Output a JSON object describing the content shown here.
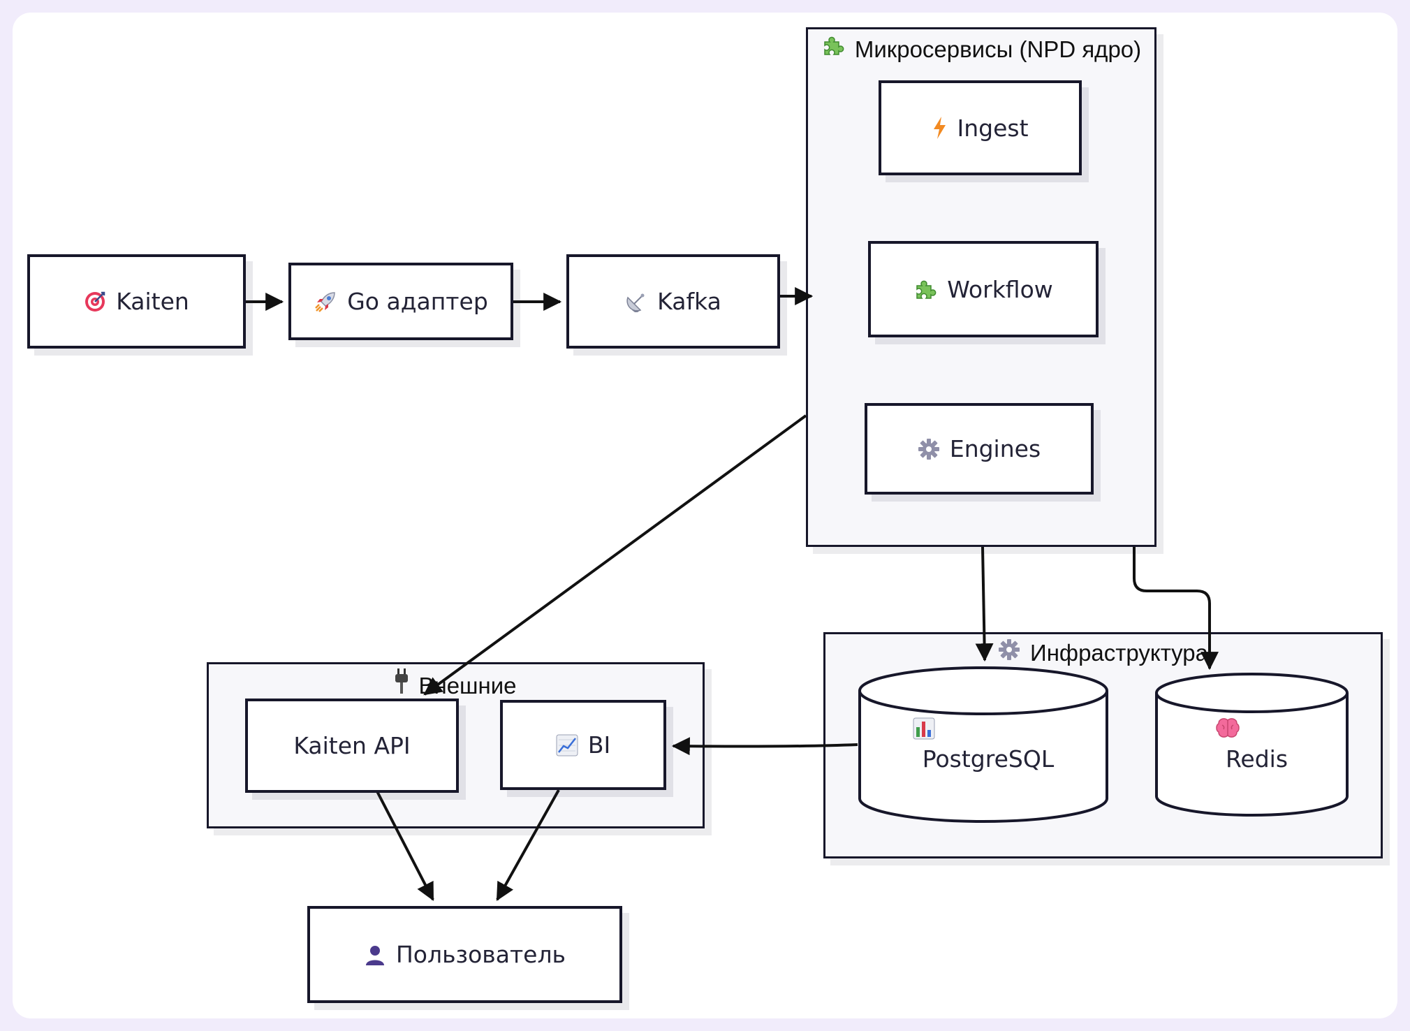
{
  "clusters": {
    "micro": {
      "title": "Микросервисы (NPD ядро)",
      "icon": "puzzle-icon"
    },
    "infra": {
      "title": "Инфраструктура",
      "icon": "gear-icon"
    },
    "external": {
      "title": "Внешние",
      "icon": "plug-icon"
    }
  },
  "nodes": {
    "kaiten": {
      "label": "Kaiten",
      "icon": "target-icon"
    },
    "go_adapter": {
      "label": "Go адаптер",
      "icon": "rocket-icon"
    },
    "kafka": {
      "label": "Kafka",
      "icon": "satellite-dish-icon"
    },
    "ingest": {
      "label": "Ingest",
      "icon": "lightning-icon"
    },
    "workflow": {
      "label": "Workflow",
      "icon": "puzzle-icon"
    },
    "engines": {
      "label": "Engines",
      "icon": "gear-icon"
    },
    "postgres": {
      "label": "PostgreSQL",
      "icon": "bar-chart-icon"
    },
    "redis": {
      "label": "Redis",
      "icon": "brain-icon"
    },
    "kaiten_api": {
      "label": "Kaiten API"
    },
    "bi": {
      "label": "BI",
      "icon": "line-chart-icon"
    },
    "user": {
      "label": "Пользователь",
      "icon": "user-icon"
    }
  },
  "edges": [
    {
      "from": "kaiten",
      "to": "go_adapter"
    },
    {
      "from": "go_adapter",
      "to": "kafka"
    },
    {
      "from": "kafka",
      "to": "micro"
    },
    {
      "from": "micro",
      "to": "kaiten_api"
    },
    {
      "from": "micro",
      "to": "postgres"
    },
    {
      "from": "micro",
      "to": "redis"
    },
    {
      "from": "postgres",
      "to": "bi"
    },
    {
      "from": "kaiten_api",
      "to": "user"
    },
    {
      "from": "bi",
      "to": "user"
    }
  ],
  "colors": {
    "stroke": "#17172a",
    "cluster_fill": "#f7f7fa",
    "node_fill": "#ffffff",
    "page_bg": "#f1ecfb"
  }
}
